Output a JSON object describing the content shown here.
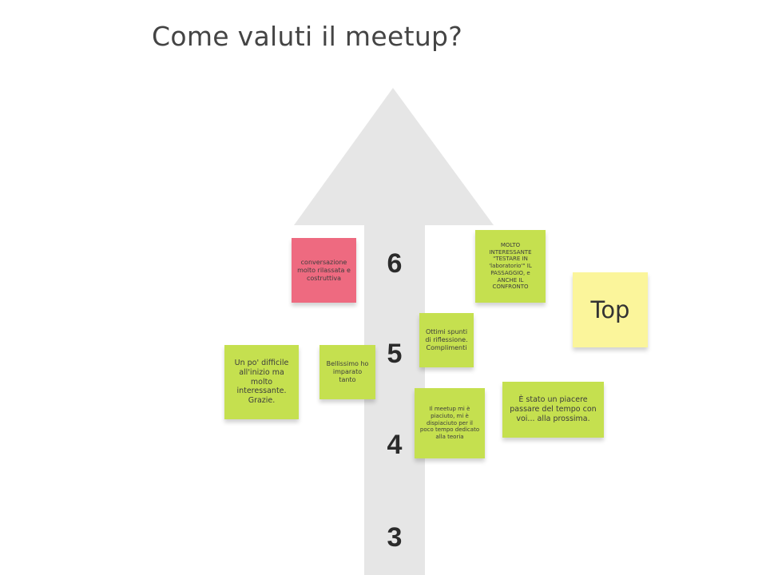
{
  "board": {
    "title": "Come valuti il meetup?",
    "colors": {
      "arrow": "#e6e6e6",
      "green_note": "#c5e04f",
      "pink_note": "#ee6a80",
      "yellow_note": "#fbf59b"
    }
  },
  "scale": {
    "six": "6",
    "five": "5",
    "four": "4",
    "three": "3"
  },
  "notes": {
    "pink": "conversazione molto rilassata e costruttiva",
    "molto": "MOLTO INTERESSANTE \"TESTARE IN 'laboratorio'\" IL PASSAGGIO, e ANCHE IL CONFRONTO",
    "top": "Top",
    "ottimi": "Ottimi spunti di riflessione. Complimenti",
    "bellissimo": "Bellissimo ho imparato tanto",
    "unpo": "Un po' difficile all'inizio ma molto interessante. Grazie.",
    "meetup": "Il meetup mi è piaciuto, mi è dispiaciuto per il poco tempo dedicato alla teoria",
    "estato": "È stato un piacere passare del tempo con voi... alla prossima."
  }
}
